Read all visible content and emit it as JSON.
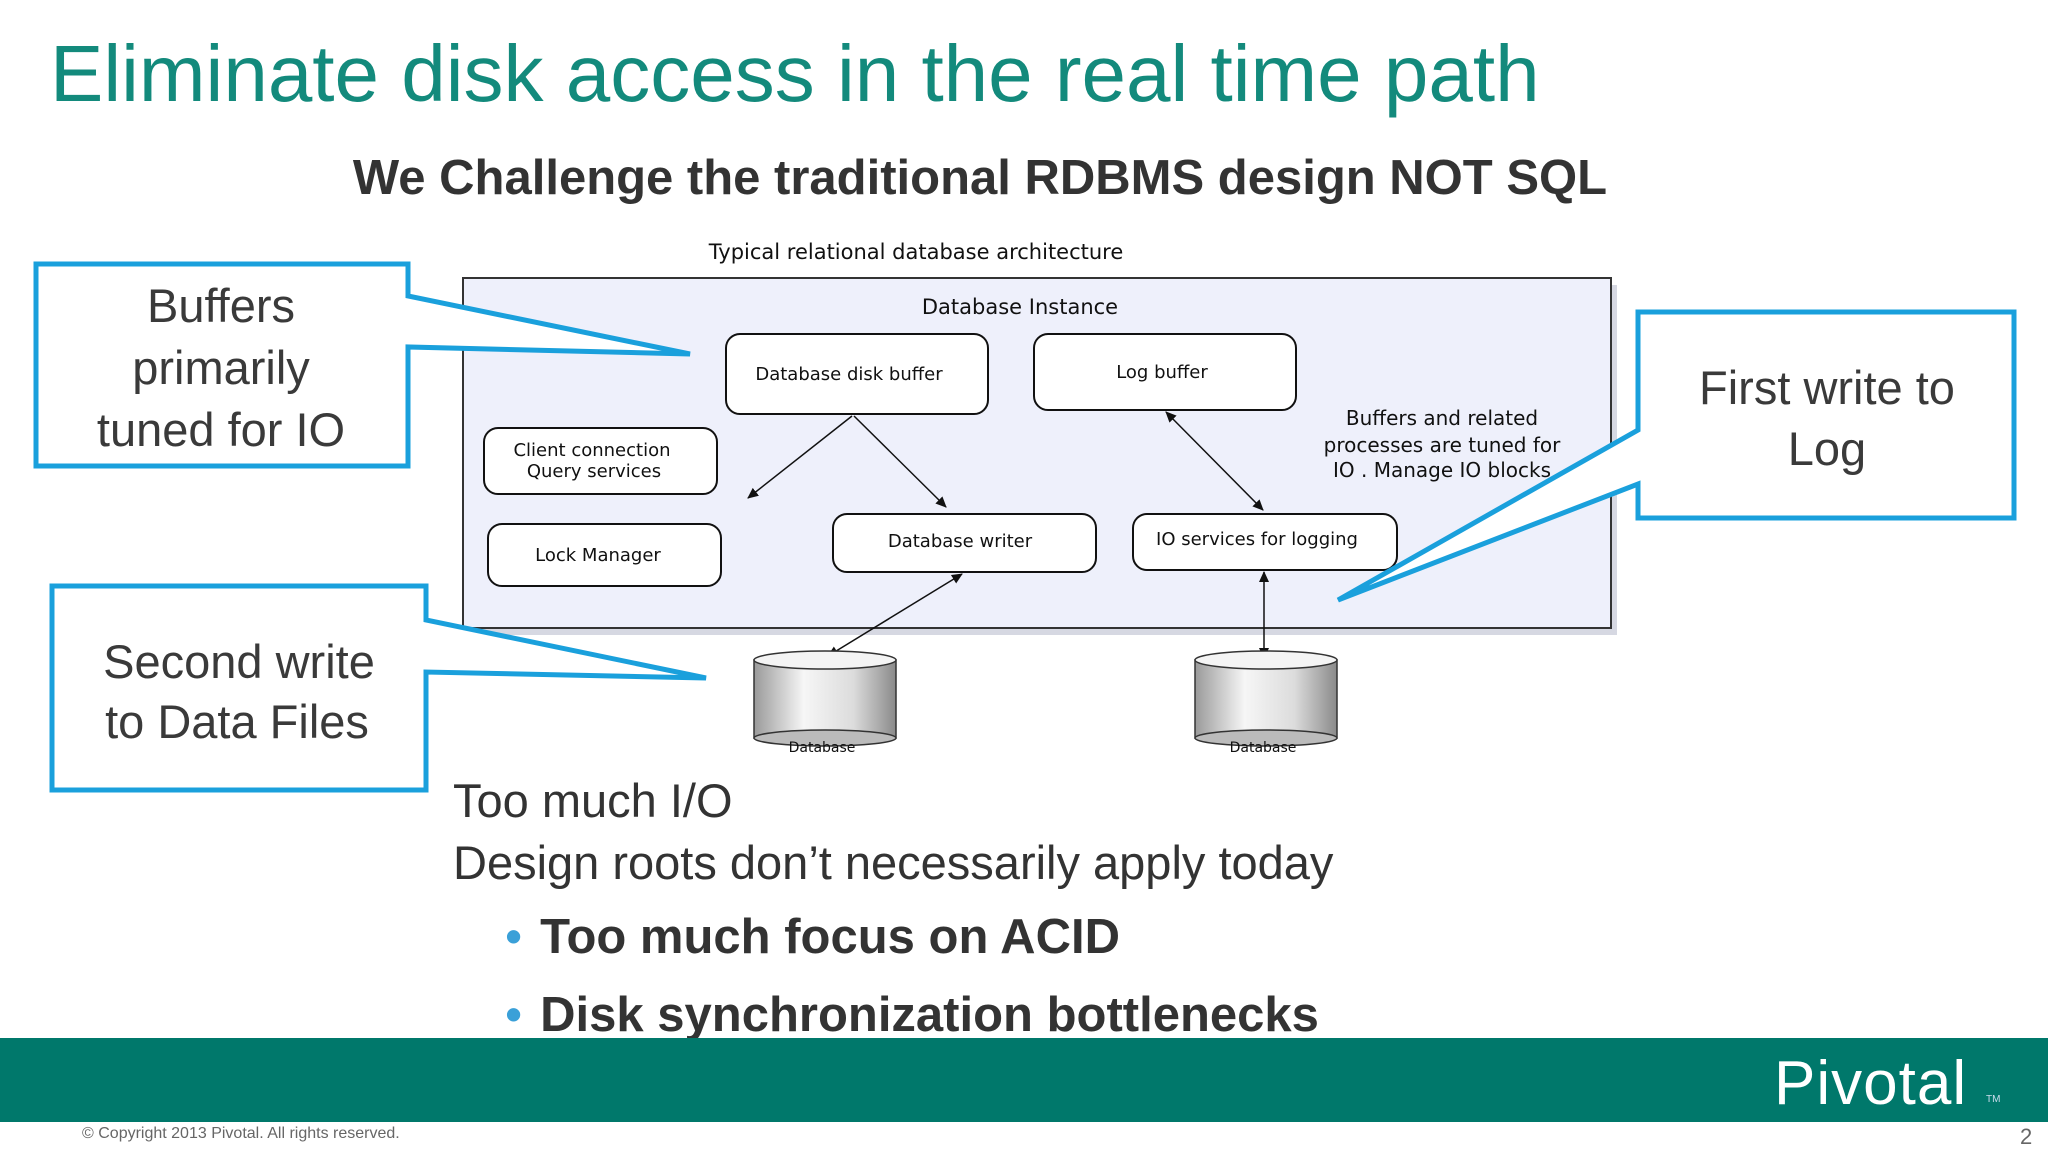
{
  "slide": {
    "title": "Eliminate disk access in the real time path",
    "subtitle": "We Challenge the traditional RDBMS design NOT SQL",
    "body_lines": [
      "Too much I/O",
      "Design roots don’t necessarily apply today"
    ],
    "bullets": [
      "Too much focus on ACID",
      "Disk synchronization bottlenecks"
    ],
    "copyright": "© Copyright   2013  Pivotal.   All  rights  reserved.",
    "page_number": "2",
    "logo": "Pivotal",
    "logo_tm": "TM"
  },
  "diagram": {
    "caption": "Typical relational database architecture",
    "instance_label": "Database Instance",
    "boxes": {
      "disk_buffer": "Database disk buffer",
      "log_buffer": "Log buffer",
      "client_line1": "Client connection",
      "client_line2": "Query services",
      "lock_manager": "Lock Manager",
      "db_writer": "Database writer",
      "io_logging": "IO services for logging"
    },
    "note_lines": [
      "Buffers and related",
      "processes are tuned for",
      "IO . Manage IO blocks"
    ],
    "disk_left": "Database",
    "disk_right": "Database"
  },
  "callouts": {
    "buffers": [
      "Buffers",
      "primarily",
      "tuned for IO"
    ],
    "first_write": [
      "First write to",
      "Log"
    ],
    "second_write": [
      "Second write",
      "to Data Files"
    ]
  },
  "colors": {
    "title": "#138a7c",
    "callout_border": "#1aa0dc",
    "footer_band": "#00786b",
    "instance_fill": "#eef0fb"
  }
}
